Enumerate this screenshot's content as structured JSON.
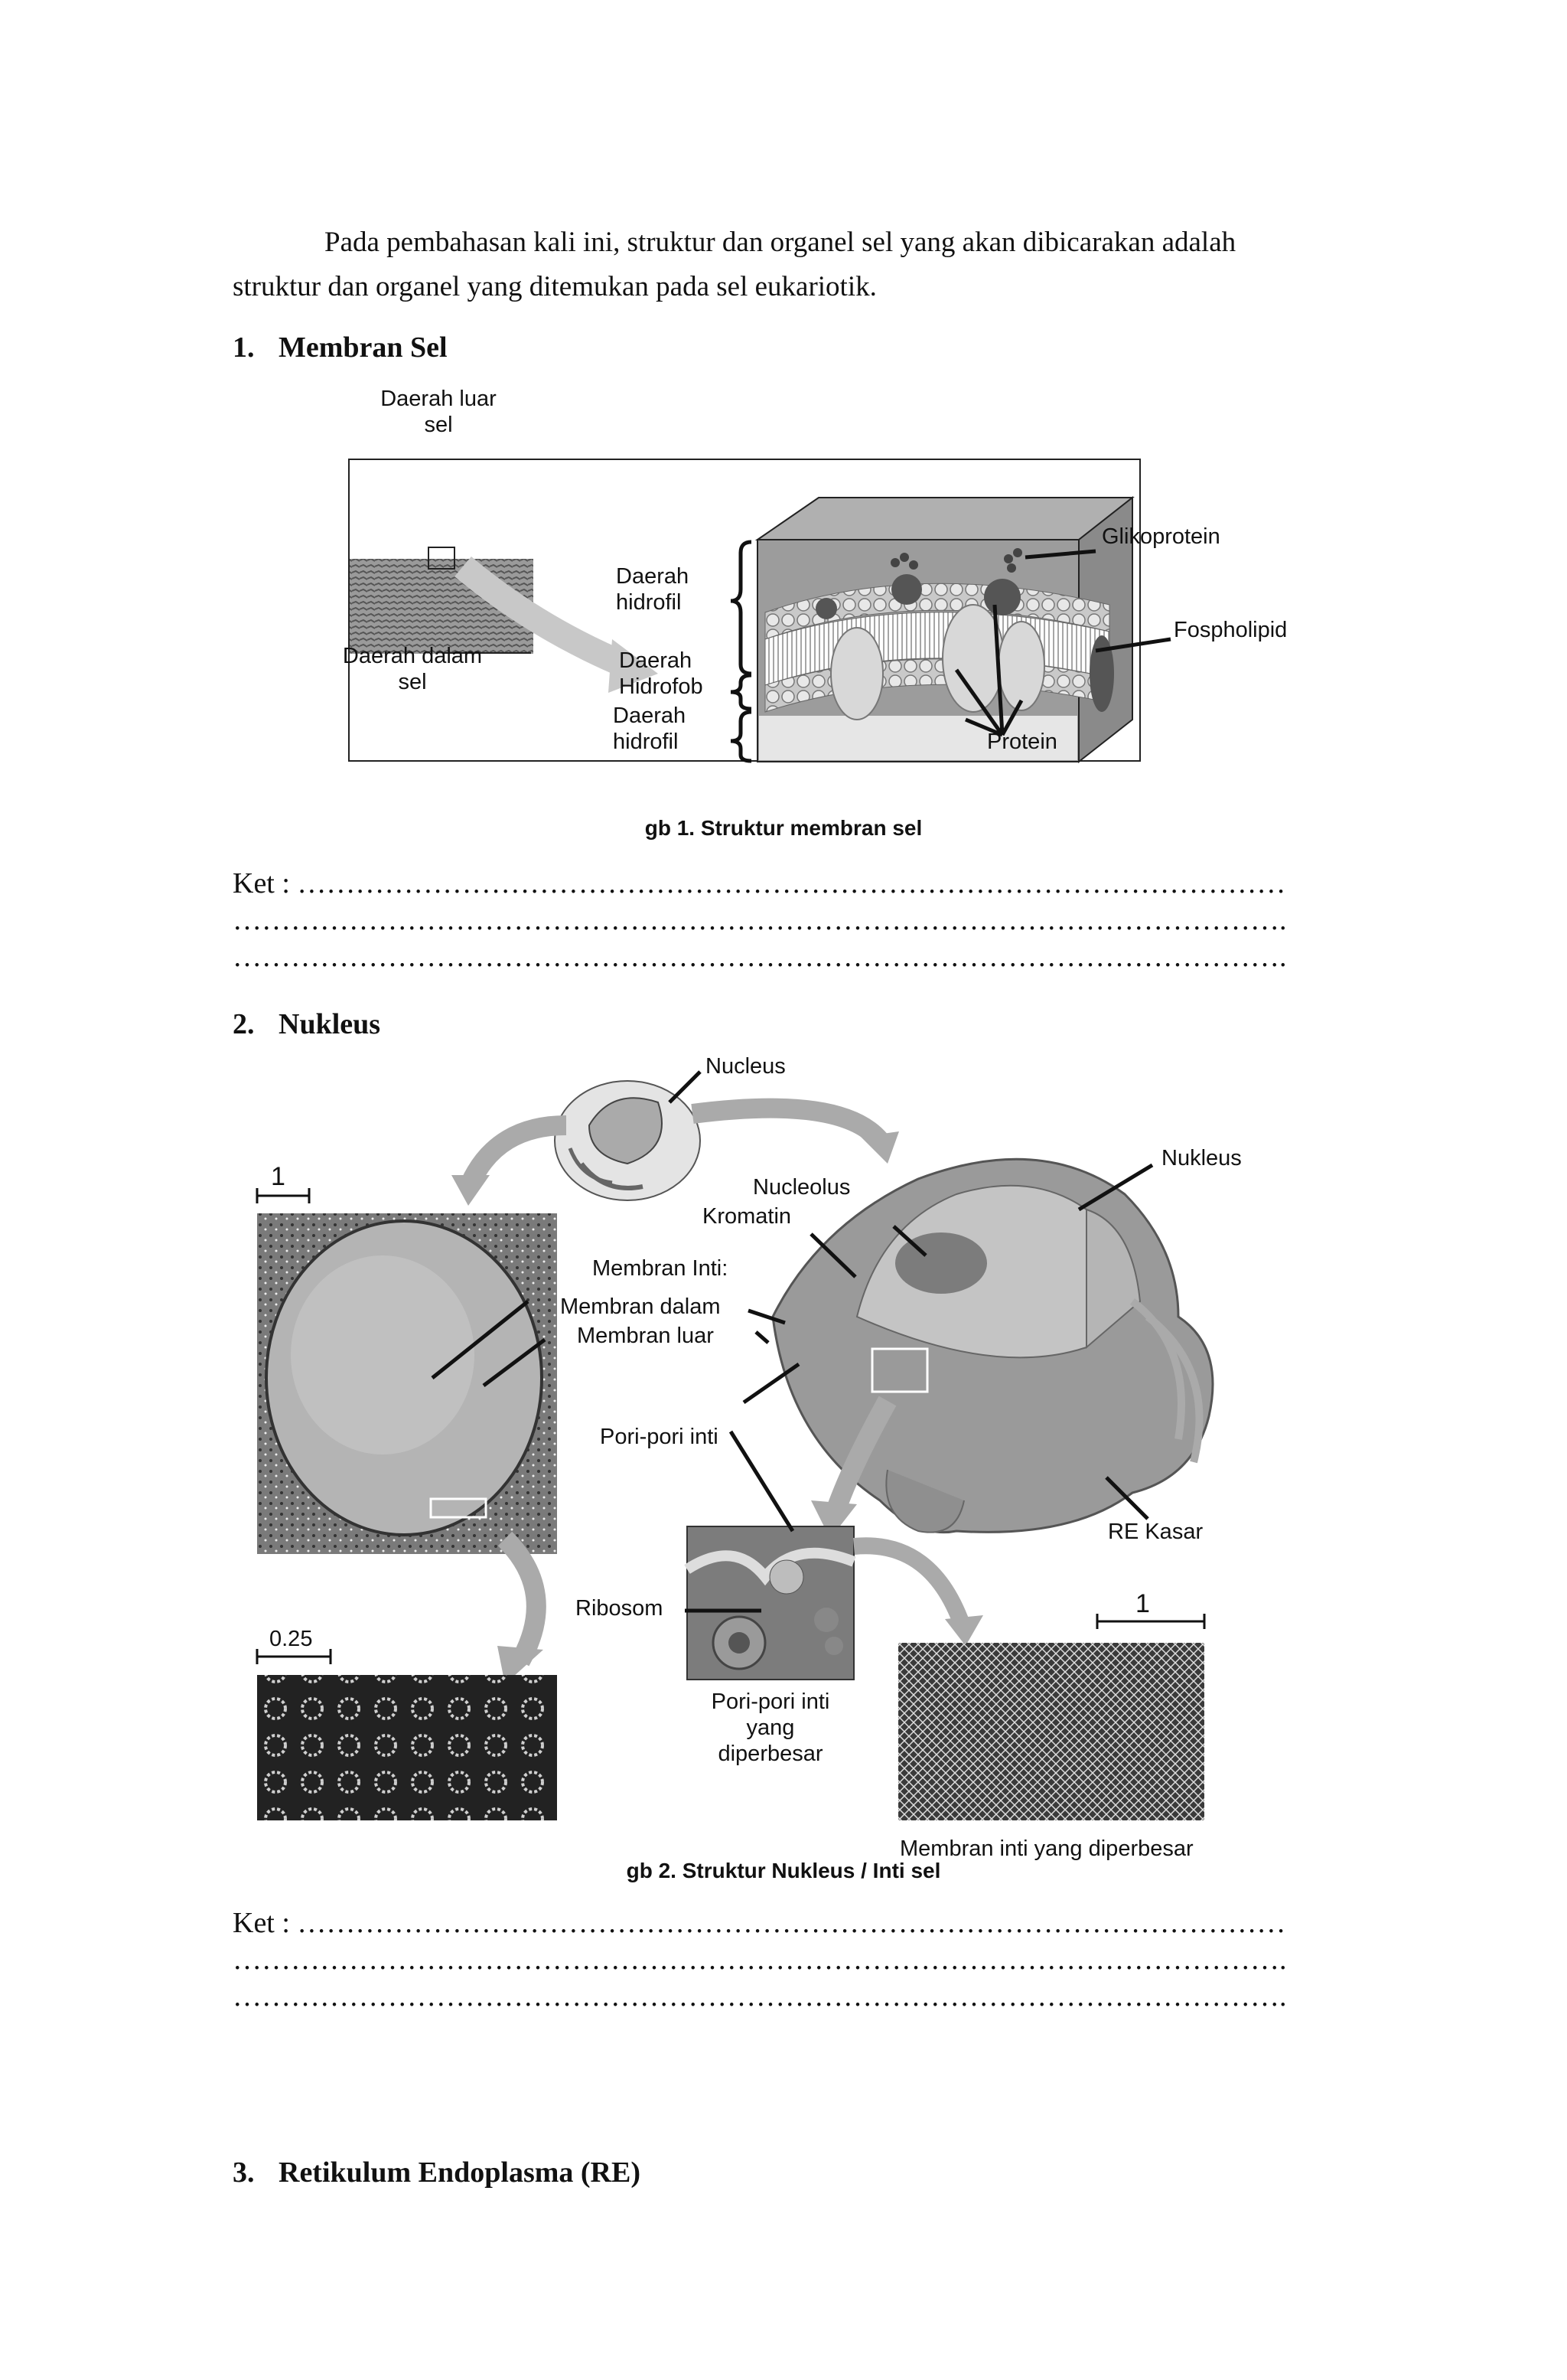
{
  "intro": {
    "indent_text": "Pada pembahasan kali ini, struktur dan organel sel yang akan dibicarakan adalah",
    "line2": "struktur dan organel yang ditemukan pada sel eukariotik."
  },
  "sections": [
    {
      "number": "1.",
      "title": "Membran Sel"
    },
    {
      "number": "2.",
      "title": "Nukleus"
    },
    {
      "number": "3.",
      "title": "Retikulum Endoplasma (RE)"
    }
  ],
  "figure1": {
    "caption": "gb 1. Struktur membran sel",
    "labels": {
      "outer": "Daerah luar sel",
      "inner": "Daerah dalam sel",
      "hidrofil_top": "Daerah hidrofil",
      "hidrofob": "Daerah Hidrofob",
      "hidrofil_bottom": "Daerah hidrofil",
      "glikoprotein": "Glikoprotein",
      "fospholipid": "Fospholipid",
      "protein": "Protein"
    }
  },
  "figure2": {
    "caption": "gb 2. Struktur Nukleus / Inti sel",
    "labels": {
      "nucleus": "Nucleus",
      "nukleus": "Nukleus",
      "nucleolus": "Nucleolus",
      "kromatin": "Kromatin",
      "membran_inti": "Membran Inti:",
      "membran_dalam": "Membran dalam",
      "membran_luar": "Membran luar",
      "pori_pori_inti": "Pori-pori inti",
      "re_kasar": "RE Kasar",
      "ribosom": "Ribosom",
      "pori_diperbesar_1": "Pori-pori inti",
      "pori_diperbesar_2": "yang",
      "pori_diperbesar_3": "diperbesar",
      "membran_diperbesar": "Membran inti yang diperbesar",
      "scale_1_left": "1",
      "scale_025": "0.25",
      "scale_1_right": "1"
    }
  },
  "ket": {
    "line1": "Ket : …………………………………………………………………………………………",
    "line2": "……………………………………………………………………………………………….",
    "line3": "……………………………………………………………………………………………….",
    "line1b": "Ket : …………………………………………………………………………………………",
    "line2b": "……………………………………………………………………………………………….",
    "line3b": "………………………………………………………………………………………………."
  }
}
